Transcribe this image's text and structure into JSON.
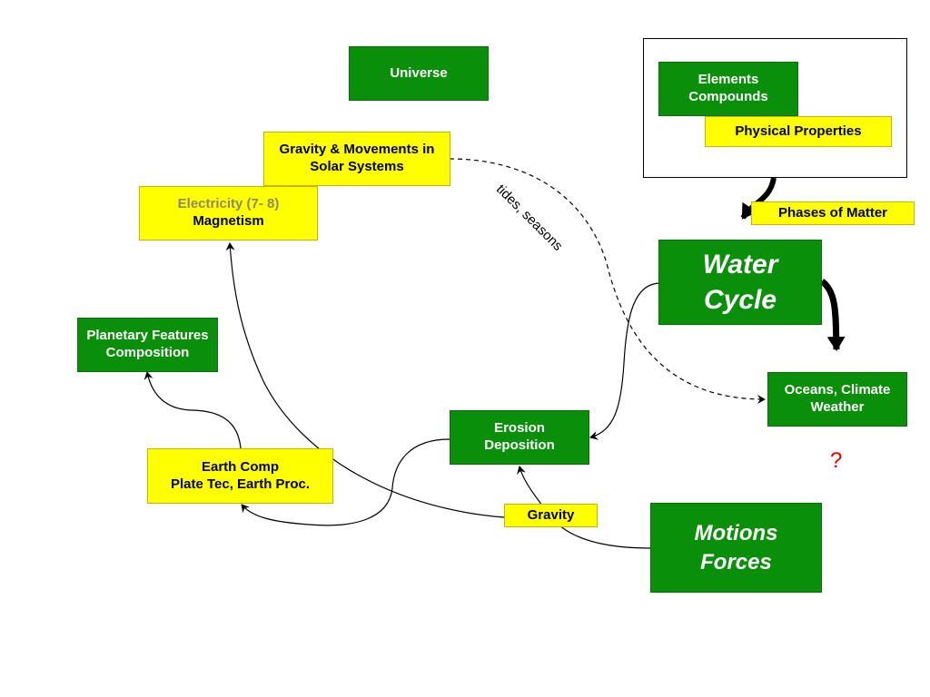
{
  "nodes": {
    "universe": {
      "text": "Universe"
    },
    "elements_compounds": {
      "line1": "Elements",
      "line2": "Compounds"
    },
    "physical_properties": {
      "text": "Physical Properties"
    },
    "phases_of_matter": {
      "text": "Phases of Matter"
    },
    "gravity_movements": {
      "line1": "Gravity & Movements in",
      "line2": "Solar Systems"
    },
    "electricity_magnetism": {
      "line1": "Electricity (7- 8)",
      "line2": "Magnetism"
    },
    "water_cycle": {
      "line1": "Water",
      "line2": "Cycle"
    },
    "planetary_features": {
      "line1": "Planetary Features",
      "line2": "Composition"
    },
    "oceans_climate": {
      "line1": "Oceans, Climate",
      "line2": "Weather"
    },
    "erosion_deposition": {
      "line1": "Erosion",
      "line2": "Deposition"
    },
    "earth_comp": {
      "line1": "Earth Comp",
      "line2": "Plate Tec, Earth Proc."
    },
    "gravity": {
      "text": "Gravity"
    },
    "motions_forces": {
      "line1": "Motions",
      "line2": "Forces"
    }
  },
  "edge_labels": {
    "tides_seasons": "tides, seasons"
  },
  "annotations": {
    "question_mark": "?"
  },
  "colors": {
    "green": "#0a8f0a",
    "yellow": "#ffff00",
    "question_mark": "#e00000"
  }
}
